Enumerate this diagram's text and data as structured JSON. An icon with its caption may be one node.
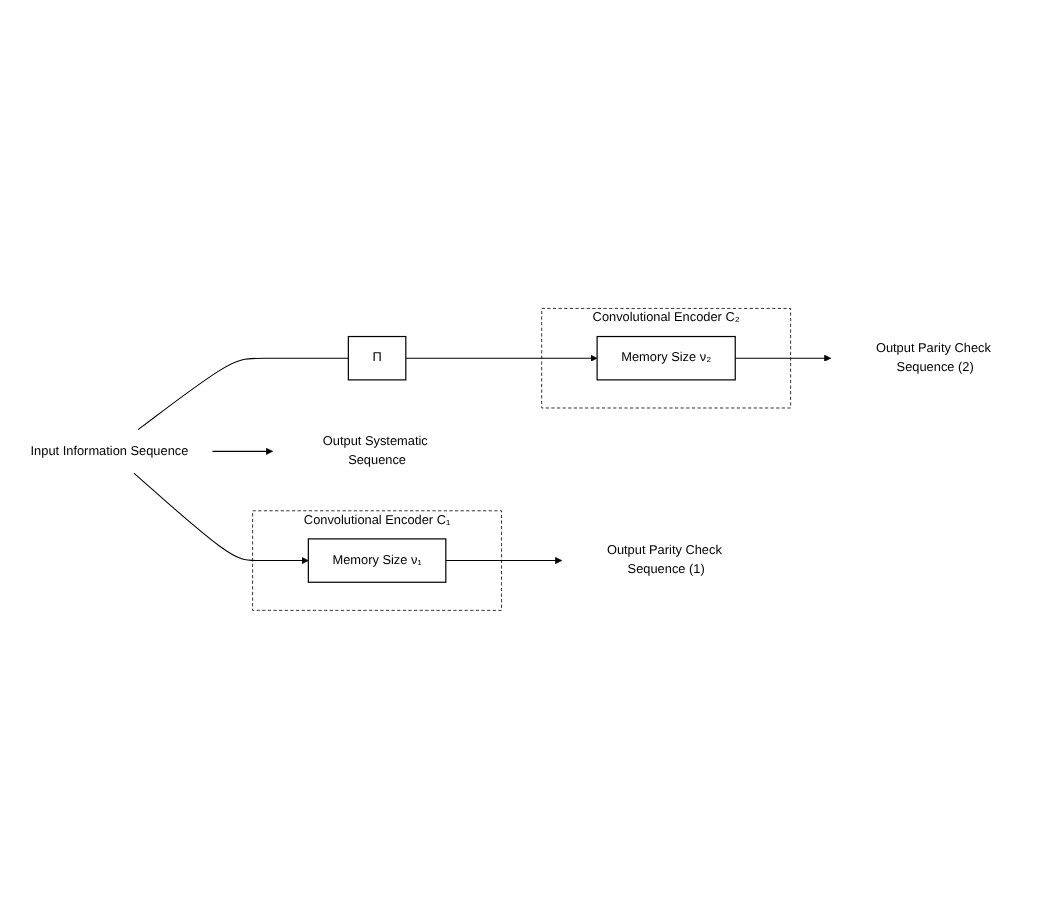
{
  "diagram": {
    "nodes": [
      {
        "text": [
          "Convolutional Encoder C₁"
        ]
      },
      {
        "text": [
          "Memory Size ν₁"
        ],
        "in": 0
      },
      {
        "text": [
          "Input Information Sequence"
        ]
      },
      {
        "text": [
          "Output Systematic Sequence"
        ]
      },
      {
        "text": [
          "Output Parity Check Sequence (1)"
        ]
      },
      {
        "text": [
          "Π"
        ]
      },
      {
        "text": [
          "Convolutional Encoder C₂"
        ]
      },
      {
        "text": [
          "Memory Size ν₂"
        ],
        "in": 6
      },
      {
        "text": [
          "Output Parity Check Sequence (2)"
        ]
      }
    ],
    "edges": [
      {
        "from": 2,
        "to": 3,
        "arrow": "to"
      },
      {
        "from": 2,
        "to": 1,
        "arrow": "to"
      },
      {
        "from": 2,
        "to": 5,
        "arrow": "none"
      },
      {
        "from": 5,
        "to": 7,
        "arrow": "to"
      },
      {
        "from": 1,
        "to": 4,
        "arrow": "to"
      },
      {
        "from": 7,
        "to": 8,
        "arrow": "to"
      }
    ]
  }
}
